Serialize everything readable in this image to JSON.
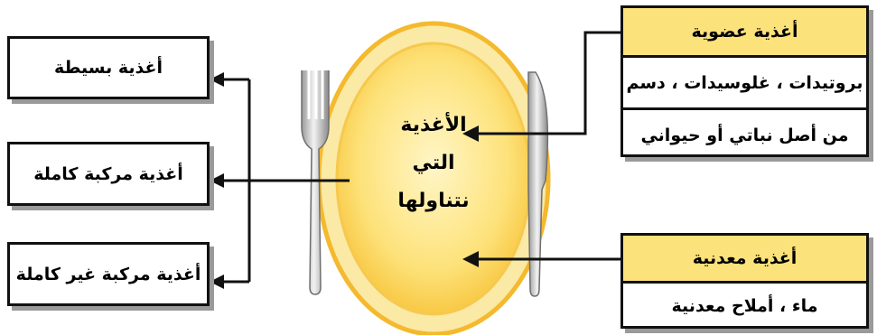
{
  "center": {
    "lines": [
      "الأغذية",
      "التي",
      "نتناولها"
    ]
  },
  "left_boxes": [
    {
      "label": "أغذية بسيطة"
    },
    {
      "label": "أغذية مركبة كاملة"
    },
    {
      "label": "أغذية مركبة غير كاملة"
    }
  ],
  "organic": {
    "title": "أغذية عضوية",
    "rows": [
      "بروتيدات ، غلوسيدات ، دسم",
      "من أصل نباتي أو حيواني"
    ]
  },
  "mineral": {
    "title": "أغذية معدنية",
    "rows": [
      "ماء ، أملاح معدنية"
    ]
  },
  "colors": {
    "plate_fill": "#fde27a",
    "plate_rim": "#f4b92d",
    "header_fill": "#fce27a"
  }
}
